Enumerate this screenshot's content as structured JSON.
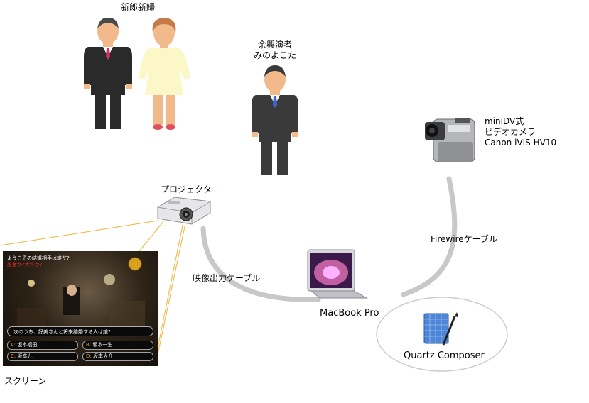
{
  "labels": {
    "couple": "新郎新婦",
    "performer_line1": "余興演者",
    "performer_line2": "みのよこた",
    "camera_line1": "miniDV式",
    "camera_line2": "ビデオカメラ",
    "camera_line3": "Canon iVIS HV10",
    "projector": "プロジェクター",
    "firewire_cable": "Firewireケーブル",
    "video_cable": "映像出力ケーブル",
    "macbook": "MacBook Pro",
    "quartz": "Quartz Composer",
    "screen": "スクリーン"
  },
  "quiz": {
    "header_line1": "ようこその結婚相手は誰だ?",
    "header_line2": "誰者か?大作か?",
    "question": "次のうち、好美さんと将来結婚する人は誰?",
    "answers": [
      {
        "key": "A:",
        "text": "坂本福田"
      },
      {
        "key": "B:",
        "text": "坂本一生"
      },
      {
        "key": "C:",
        "text": "坂本九"
      },
      {
        "key": "D:",
        "text": "坂本大介"
      }
    ]
  },
  "colors": {
    "cable": "#c8c8c8",
    "projection_beam": "#f0b43c",
    "suit": "#2a2a2a",
    "dress": "#fbf7c6"
  }
}
